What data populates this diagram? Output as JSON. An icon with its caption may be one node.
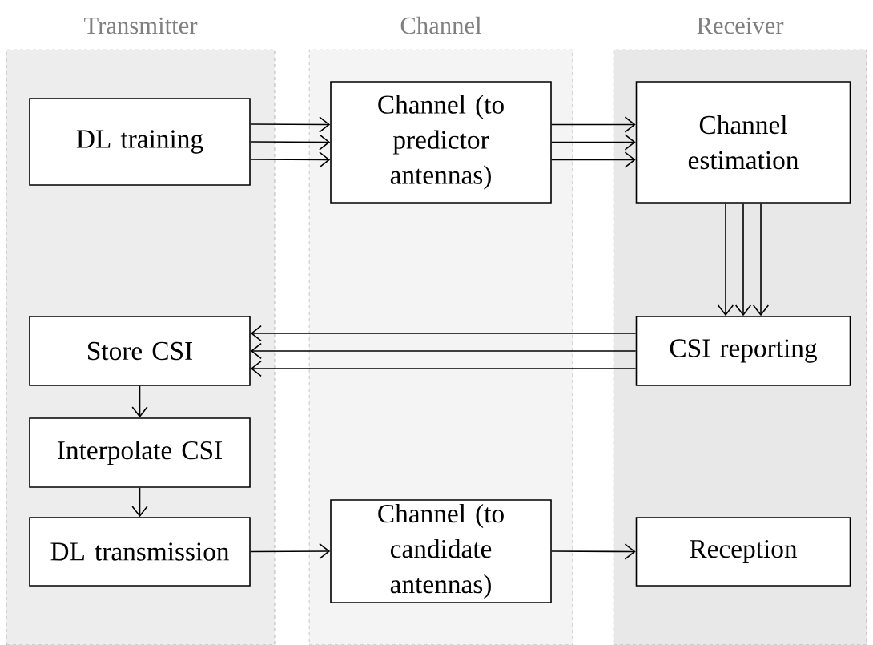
{
  "diagram": {
    "nodes": [
      {
        "text": [
          "Transmitter"
        ]
      },
      {
        "text": [
          "Channel"
        ]
      },
      {
        "text": [
          "Receiver"
        ]
      },
      {
        "text": [
          "DL training"
        ],
        "in": 0
      },
      {
        "text": [
          "Channel (to predictor antennas)"
        ],
        "in": 1
      },
      {
        "text": [
          "Channel estimation"
        ],
        "in": 2
      },
      {
        "text": [
          "Store CSI"
        ],
        "in": 0
      },
      {
        "text": [
          "CSI reporting"
        ],
        "in": 2
      },
      {
        "text": [
          "Interpolate CSI"
        ],
        "in": 0
      },
      {
        "text": [
          "DL transmission"
        ],
        "in": 0
      },
      {
        "text": [
          "Channel (to candidate antennas)"
        ],
        "in": 1
      },
      {
        "text": [
          "Reception"
        ],
        "in": 2
      }
    ],
    "edges": [
      {
        "from": 3,
        "to": 4,
        "arrow": "to"
      },
      {
        "from": 3,
        "to": 4,
        "arrow": "to"
      },
      {
        "from": 3,
        "to": 4,
        "arrow": "to"
      },
      {
        "from": 4,
        "to": 5,
        "arrow": "to"
      },
      {
        "from": 4,
        "to": 5,
        "arrow": "to"
      },
      {
        "from": 4,
        "to": 5,
        "arrow": "to"
      },
      {
        "from": 5,
        "to": 7,
        "arrow": "to"
      },
      {
        "from": 5,
        "to": 7,
        "arrow": "to"
      },
      {
        "from": 5,
        "to": 7,
        "arrow": "to"
      },
      {
        "from": 7,
        "to": 6,
        "arrow": "to"
      },
      {
        "from": 7,
        "to": 6,
        "arrow": "to"
      },
      {
        "from": 7,
        "to": 6,
        "arrow": "to"
      },
      {
        "from": 6,
        "to": 8,
        "arrow": "to"
      },
      {
        "from": 8,
        "to": 9,
        "arrow": "to"
      },
      {
        "from": 9,
        "to": 10,
        "arrow": "to"
      },
      {
        "from": 10,
        "to": 11,
        "arrow": "to"
      }
    ]
  }
}
